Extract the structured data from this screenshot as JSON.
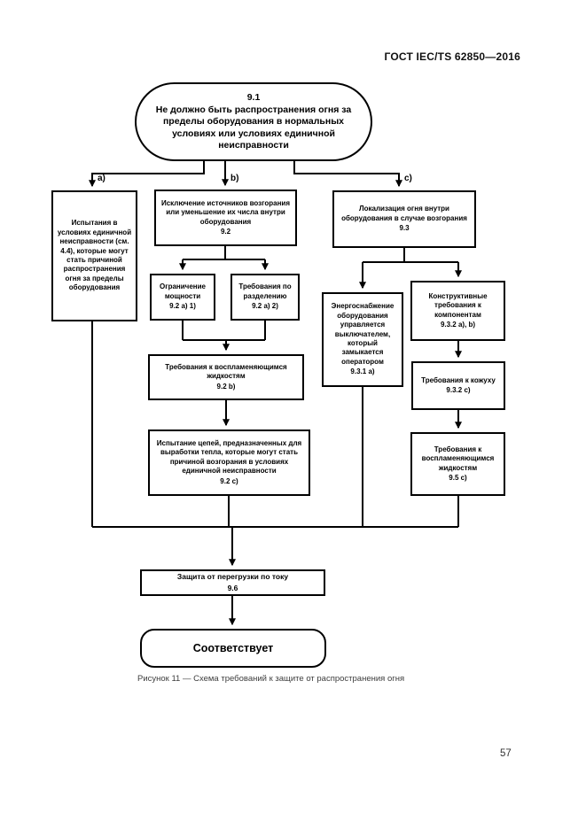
{
  "page": {
    "header": "ГОСТ IEC/TS 62850—2016",
    "caption": "Рисунок 11 — Схема требований к защите от распространения огня",
    "page_number": "57"
  },
  "flowchart": {
    "start": {
      "ref": "9.1",
      "text": "Не должно быть распространения огня за пределы оборудования в нормальных условиях или условиях единичной неисправности"
    },
    "branch_labels": {
      "a": "а)",
      "b": "b)",
      "c": "с)"
    },
    "nodes": {
      "single_fault_tests": {
        "text": "Испытания в условиях единичной неисправности (см. 4.4), которые могут стать причиной распространения огня за пределы оборудования"
      },
      "ignition_sources": {
        "text": "Исключение источников возгорания или уменьшение их числа внутри оборудования",
        "ref": "9.2"
      },
      "fire_containment": {
        "text": "Локализация огня внутри оборудования в случае возгорания",
        "ref": "9.3"
      },
      "power_limit": {
        "text": "Ограничение мощности",
        "ref": "9.2 а) 1)"
      },
      "separation": {
        "text": "Требования по разделению",
        "ref": "9.2 а) 2)"
      },
      "flammable_liquids_1": {
        "text": "Требования к воспламеняющимся жидкостям",
        "ref": "9.2 b)"
      },
      "heat_circuits_test": {
        "text": "Испытание цепей, предназначенных для выработки тепла, которые могут стать причиной возгорания в условиях единичной неисправности",
        "ref": "9.2 с)"
      },
      "power_switch": {
        "text": "Энергоснабжение оборудования управляется выключателем, который замыкается оператором",
        "ref": "9.3.1 а)"
      },
      "component_requirements": {
        "text": "Конструктивные требования к компонентам",
        "ref": "9.3.2 а), b)"
      },
      "enclosure_requirements": {
        "text": "Требования к кожуху",
        "ref": "9.3.2 с)"
      },
      "flammable_liquids_2": {
        "text": "Требования к воспламеняющимся жидкостям",
        "ref": "9.5 с)"
      },
      "overcurrent_protection": {
        "text": "Защита от перегрузки по току",
        "ref": "9.6"
      },
      "compliant": {
        "text": "Соответствует"
      }
    }
  }
}
